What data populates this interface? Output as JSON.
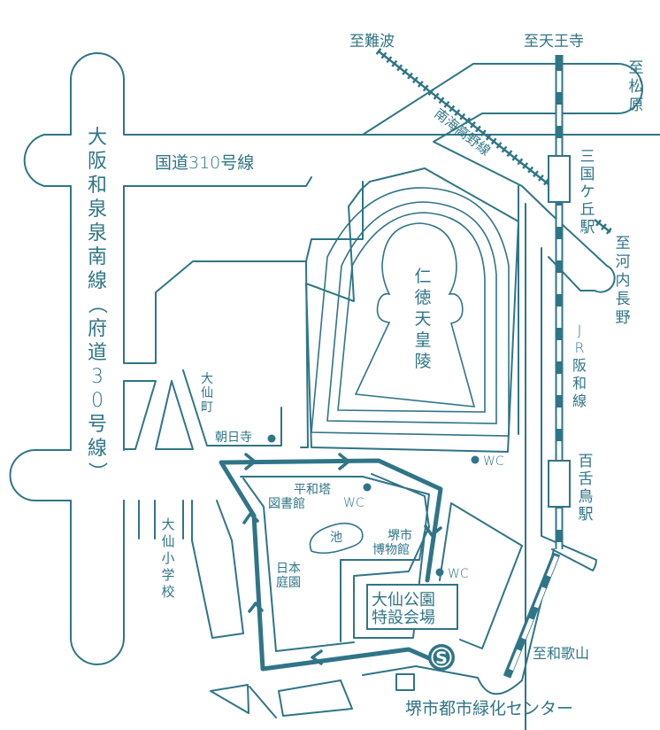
{
  "colors": {
    "primary": "#2f7587",
    "background": "#ffffff"
  },
  "roads": {
    "osaka_izumi_line": "大阪和泉泉南線（府道30号線）",
    "route_310": "国道310号線"
  },
  "railways": {
    "nankai_koya": "南海高野線",
    "jr_hanwa": "JR阪和線"
  },
  "directions": {
    "to_namba": "至難波",
    "to_tennoji": "至天王寺",
    "to_matsubara": "至松原",
    "to_kawachinagano": "至河内長野",
    "to_wakayama": "至和歌山"
  },
  "stations": {
    "mikunigaoka": "三国ケ丘駅",
    "mozu": "百舌鳥駅"
  },
  "landmarks": {
    "nintoku_tomb": "仁徳天皇陵",
    "daisen_cho": "大仙町",
    "asahi_ji": "朝日寺",
    "peace_tower": "平和塔",
    "library": "図書館",
    "pond": "池",
    "sakai_museum": "堺市博物館",
    "japanese_garden": "日本庭園",
    "daisen_school": "大仙小学校",
    "greening_center": "堺市都市緑化センター"
  },
  "venue": {
    "line1": "大仙公園",
    "line2": "特設会場",
    "start_marker": "S"
  },
  "wc_label": "WC"
}
